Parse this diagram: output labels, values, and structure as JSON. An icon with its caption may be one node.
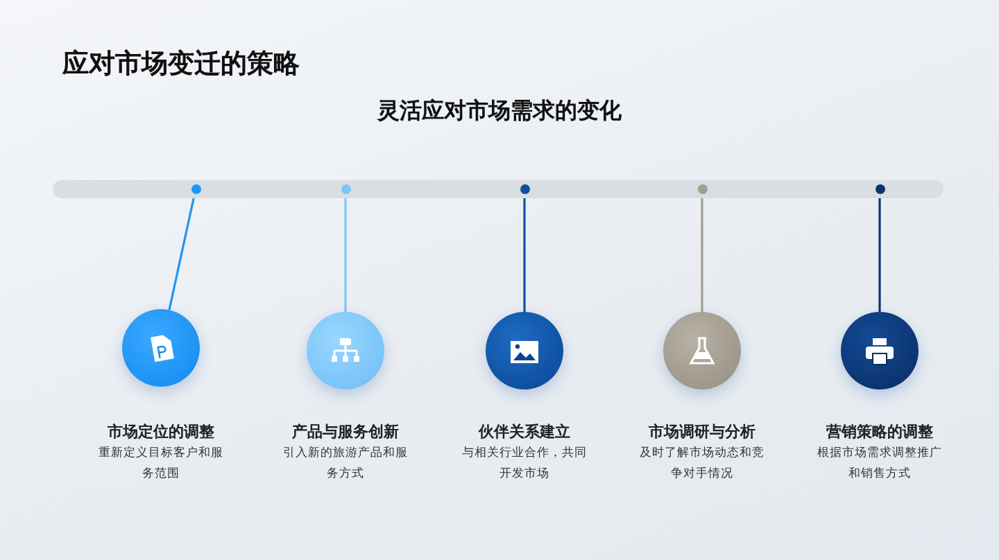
{
  "diagram": {
    "title": "应对市场变迁的策略",
    "nodes": [
      {
        "text": [],
        "shape": "bar"
      },
      {
        "text": [],
        "shape": "circle",
        "in": 0
      },
      {
        "text": [],
        "shape": "circle",
        "in": 0
      },
      {
        "text": [],
        "shape": "circle",
        "in": 0
      },
      {
        "text": [],
        "shape": "circle",
        "in": 0
      },
      {
        "text": [],
        "shape": "circle",
        "in": 0
      },
      {
        "text": [
          "市场定位的调整",
          "重新定义目标客户和服务范围"
        ]
      },
      {
        "text": [
          "产品与服务创新",
          "引入新的旅游产品和服务方式"
        ]
      },
      {
        "text": [
          "伙伴关系建立",
          "与相关行业合作，共同开发市场"
        ]
      },
      {
        "text": [
          "市场调研与分析",
          "及时了解市场动态和竞争对手情况"
        ]
      },
      {
        "text": [
          "营销策略的调整",
          "根据市场需求调整推广和销售方式"
        ]
      }
    ],
    "edges": [
      {
        "from": 1,
        "to": 6,
        "arrow": "none",
        "color": "#2196f3"
      },
      {
        "from": 2,
        "to": 7,
        "arrow": "none",
        "color": "#7cc6f8"
      },
      {
        "from": 3,
        "to": 8,
        "arrow": "none",
        "color": "#0d4fa0"
      },
      {
        "from": 4,
        "to": 9,
        "arrow": "none",
        "color": "#a39d92"
      },
      {
        "from": 5,
        "to": 10,
        "arrow": "none",
        "color": "#0a3470"
      }
    ],
    "labels": [
      "灵活应对市场需求的变化"
    ]
  }
}
